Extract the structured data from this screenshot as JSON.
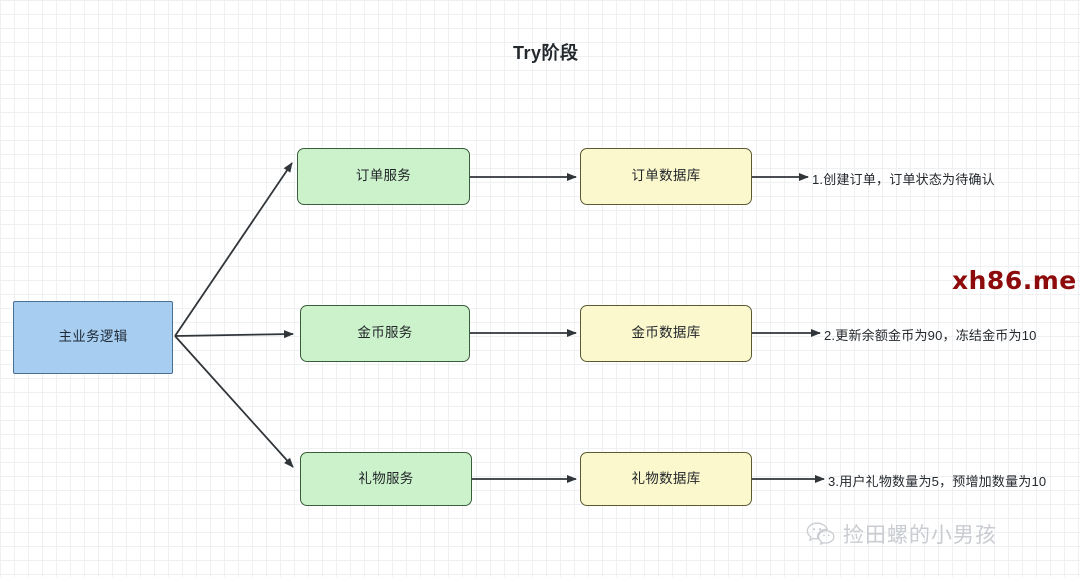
{
  "diagram": {
    "title": "Try阶段",
    "nodes": {
      "start": "主业务逻辑",
      "order_service": "订单服务",
      "order_db": "订单数据库",
      "coin_service": "金币服务",
      "coin_db": "金币数据库",
      "gift_service": "礼物服务",
      "gift_db": "礼物数据库"
    },
    "notes": [
      "1.创建订单，订单状态为待确认",
      "2.更新余额金币为90，冻结金币为10",
      "3.用户礼物数量为5，预增加数量为10"
    ],
    "colors": {
      "start_fill": "#a7cdf0",
      "start_stroke": "#4a6f95",
      "service_fill": "#ccf2cc",
      "service_stroke": "#3b5d3b",
      "db_fill": "#fbf8ce",
      "db_stroke": "#5c5a33",
      "edge": "#30353a",
      "grid_minor": "#eef0f2",
      "grid_major": "#e2e5e9"
    }
  },
  "watermarks": {
    "site": "xh86.me",
    "wechat_name": "捡田螺的小男孩"
  }
}
